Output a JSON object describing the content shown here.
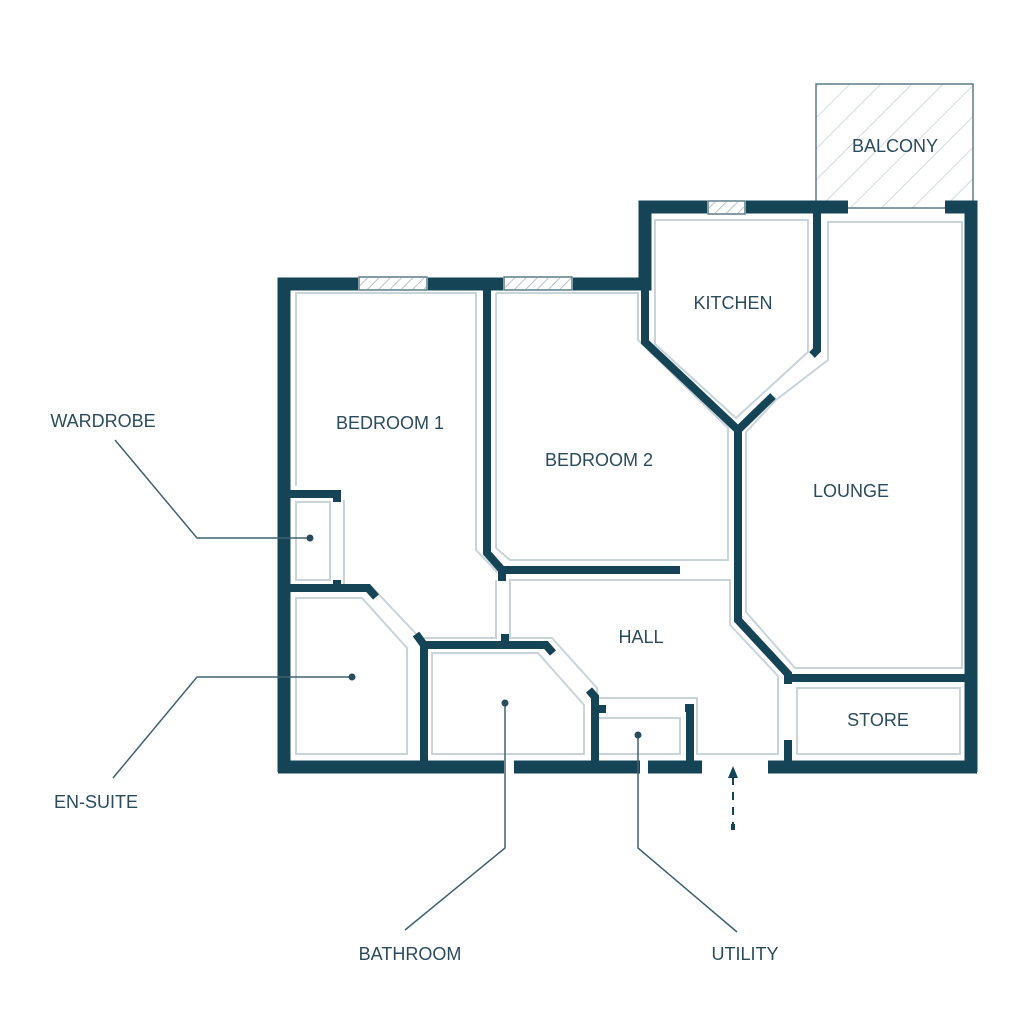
{
  "rooms": {
    "balcony": "BALCONY",
    "kitchen": "KITCHEN",
    "bedroom1": "BEDROOM 1",
    "bedroom2": "BEDROOM 2",
    "lounge": "LOUNGE",
    "hall": "HALL",
    "store": "STORE"
  },
  "callouts": {
    "wardrobe": "WARDROBE",
    "ensuite": "EN-SUITE",
    "bathroom": "BATHROOM",
    "utility": "UTILITY"
  },
  "colors": {
    "wall": "#154457",
    "inner": "#c9d4da",
    "text": "#2a4b5c"
  }
}
